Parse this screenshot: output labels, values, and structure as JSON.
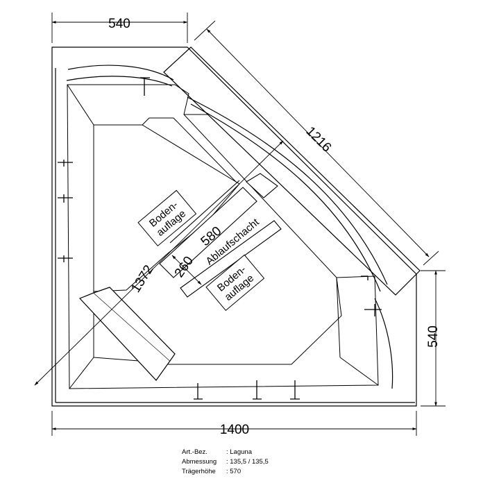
{
  "dimensions": {
    "top_width": "540",
    "diagonal": "1216",
    "right_height": "540",
    "bottom_width": "1400",
    "inner_diagonal": "1372",
    "drain_length": "580",
    "drain_width": "260"
  },
  "labels": {
    "floor_support_1_line1": "Boden-",
    "floor_support_1_line2": "auflage",
    "floor_support_2_line1": "Boden-",
    "floor_support_2_line2": "auflage",
    "drain_shaft": "Ablaufschacht"
  },
  "specs": [
    {
      "key": "Art.-Bez.",
      "value": ": Laguna"
    },
    {
      "key": "Abmessung",
      "value": ": 135,5 / 135,5"
    },
    {
      "key": "Trägerhöhe",
      "value": ":  570"
    }
  ]
}
